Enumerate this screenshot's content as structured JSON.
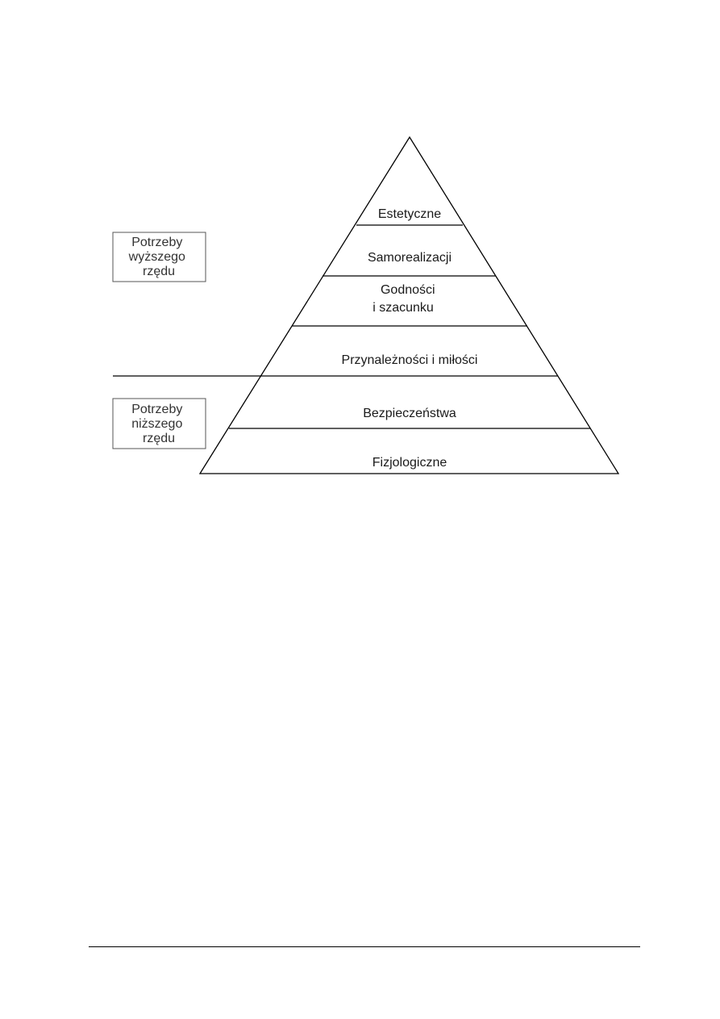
{
  "pyramid": {
    "levels": [
      {
        "lines": [
          "Estetyczne"
        ]
      },
      {
        "lines": [
          "Samorealizacji"
        ]
      },
      {
        "lines": [
          "Godności",
          "i szacunku"
        ]
      },
      {
        "lines": [
          "Przynależności i miłości"
        ]
      },
      {
        "lines": [
          "Bezpieczeństwa"
        ]
      },
      {
        "lines": [
          "Fizjologiczne"
        ]
      }
    ]
  },
  "groups": {
    "higher": {
      "lines": [
        "Potrzeby",
        "wyższego",
        "rzędu"
      ]
    },
    "lower": {
      "lines": [
        "Potrzeby",
        "niższego",
        "rzędu"
      ]
    }
  },
  "colors": {
    "line": "#000000",
    "text": "#1a1a1a",
    "box_border": "#555555",
    "background": "#ffffff"
  }
}
